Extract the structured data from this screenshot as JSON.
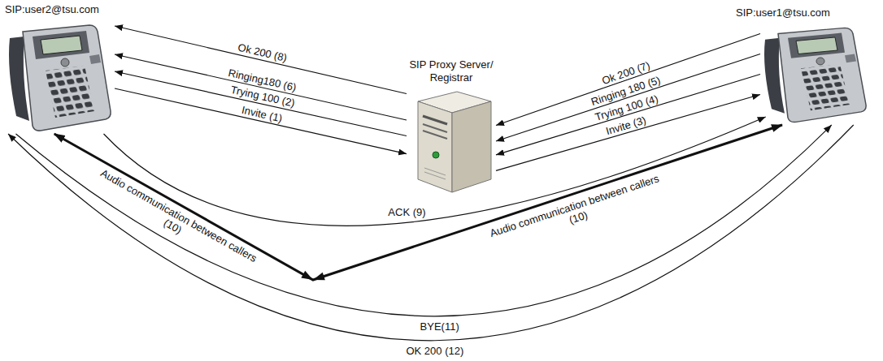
{
  "diagram": {
    "nodes": [
      {
        "text": [
          "SIP:user2@tsu.com"
        ]
      },
      {
        "text": [
          "SIP Proxy Server/ Registrar"
        ]
      },
      {
        "text": [
          "SIP:user1@tsu.com"
        ]
      }
    ],
    "edges": [
      {
        "from": 0,
        "to": 1,
        "label": "Invite (1)",
        "arrow": "to"
      },
      {
        "from": 1,
        "to": 0,
        "label": "Trying 100 (2)",
        "arrow": "to"
      },
      {
        "from": 1,
        "to": 2,
        "label": "Invite (3)",
        "arrow": "to"
      },
      {
        "from": 2,
        "to": 1,
        "label": "Trying 100 (4)",
        "arrow": "to"
      },
      {
        "from": 2,
        "to": 1,
        "label": "Ringing 180 (5)",
        "arrow": "to"
      },
      {
        "from": 1,
        "to": 0,
        "label": "Ringing180 (6)",
        "arrow": "to"
      },
      {
        "from": 2,
        "to": 1,
        "label": "Ok 200 (7)",
        "arrow": "to"
      },
      {
        "from": 1,
        "to": 0,
        "label": "Ok 200 (8)",
        "arrow": "to"
      },
      {
        "from": 0,
        "to": 2,
        "label": "ACK (9)",
        "arrow": "to"
      },
      {
        "from": 0,
        "to": 2,
        "label": "Audio communication between callers (10)",
        "arrow": "both"
      },
      {
        "from": 0,
        "to": 2,
        "label": "BYE(11)",
        "arrow": "to"
      },
      {
        "from": 2,
        "to": 0,
        "label": "OK 200 (12)",
        "arrow": "to"
      }
    ],
    "labels": [
      "Audio communication between callers (10)"
    ]
  }
}
